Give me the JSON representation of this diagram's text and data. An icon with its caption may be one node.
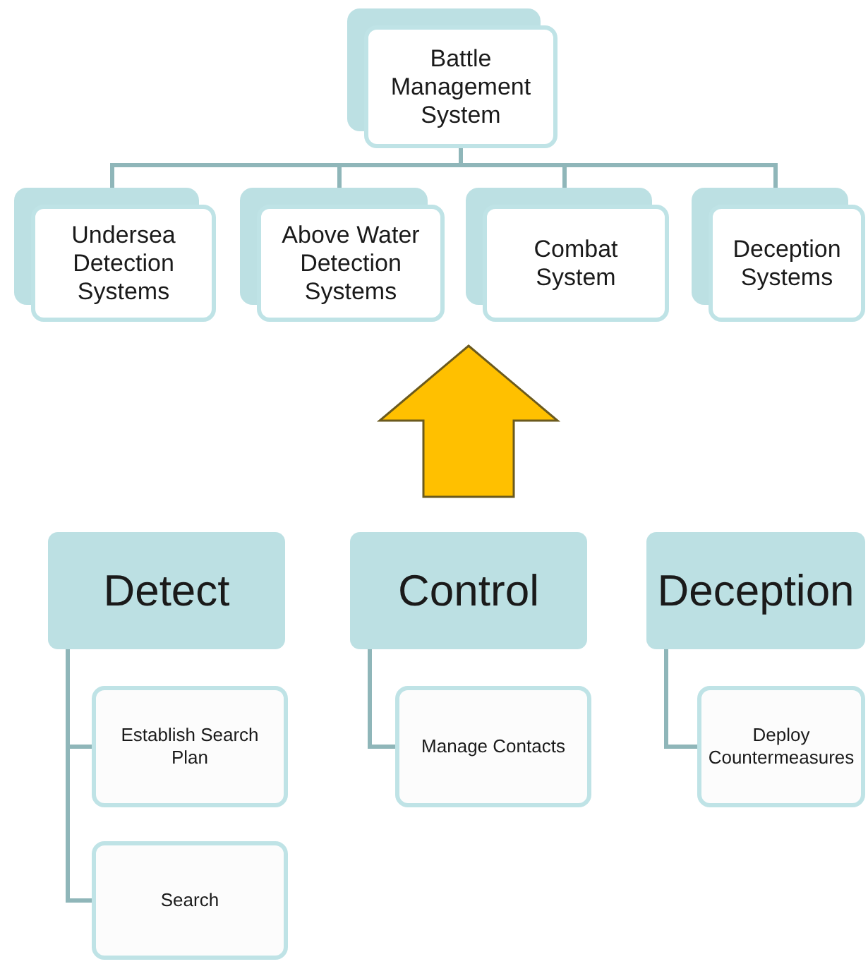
{
  "diagram": {
    "nodes": [
      {
        "text": [
          "Battle Management System"
        ]
      },
      {
        "text": [
          "Undersea Detection Systems"
        ]
      },
      {
        "text": [
          "Above Water Detection Systems"
        ]
      },
      {
        "text": [
          "Combat System"
        ]
      },
      {
        "text": [
          "Deception Systems"
        ]
      },
      {
        "text": [
          "Detect"
        ]
      },
      {
        "text": [
          "Establish Search Plan"
        ]
      },
      {
        "text": [
          "Search"
        ]
      },
      {
        "text": [
          "Control"
        ]
      },
      {
        "text": [
          "Manage Contacts"
        ]
      },
      {
        "text": [
          "Deception"
        ]
      },
      {
        "text": [
          "Deploy Countermeasures"
        ]
      }
    ],
    "edges": [
      {
        "from": 0,
        "to": 1,
        "arrow": "none"
      },
      {
        "from": 0,
        "to": 2,
        "arrow": "none"
      },
      {
        "from": 0,
        "to": 3,
        "arrow": "none"
      },
      {
        "from": 0,
        "to": 4,
        "arrow": "none"
      },
      {
        "from": 5,
        "to": 6,
        "arrow": "none"
      },
      {
        "from": 5,
        "to": 7,
        "arrow": "none"
      },
      {
        "from": 8,
        "to": 9,
        "arrow": "none"
      },
      {
        "from": 10,
        "to": 11,
        "arrow": "none"
      },
      {
        "from": 8,
        "to": 3,
        "arrow": "to",
        "style": "thick",
        "color": "#ffc000"
      }
    ]
  }
}
